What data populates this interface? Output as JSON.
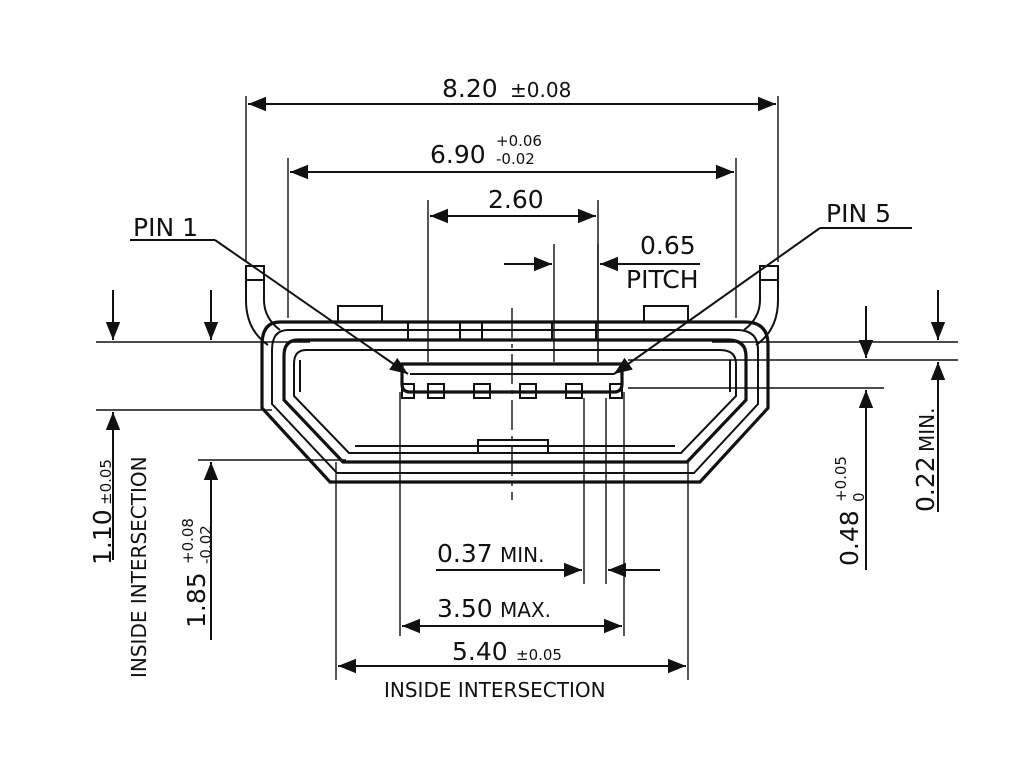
{
  "dimensions": {
    "overall_width": {
      "value": "8.20",
      "tol": "±0.08"
    },
    "inner_width": {
      "value": "6.90",
      "tol_plus": "+0.06",
      "tol_minus": "-0.02"
    },
    "pin_span": {
      "value": "2.60"
    },
    "pitch": {
      "value": "0.65",
      "label": "PITCH"
    },
    "min_gap": {
      "value": "0.37",
      "suffix": "MIN."
    },
    "tongue_width": {
      "value": "3.50",
      "suffix": "MAX."
    },
    "inside_width": {
      "value": "5.40",
      "tol": "±0.05",
      "note": "INSIDE INTERSECTION"
    },
    "left_height_1": {
      "value": "1.10",
      "tol": "±0.05",
      "note": "INSIDE INTERSECTION"
    },
    "left_height_2": {
      "value": "1.85",
      "tol_plus": "+0.08",
      "tol_minus": "-0.02"
    },
    "right_height_1": {
      "value": "0.48",
      "tol_plus": "+0.05",
      "tol_minus": "0"
    },
    "right_height_2": {
      "value": "0.22",
      "suffix": "MIN."
    }
  },
  "callouts": {
    "pin1": "PIN 1",
    "pin5": "PIN 5"
  }
}
